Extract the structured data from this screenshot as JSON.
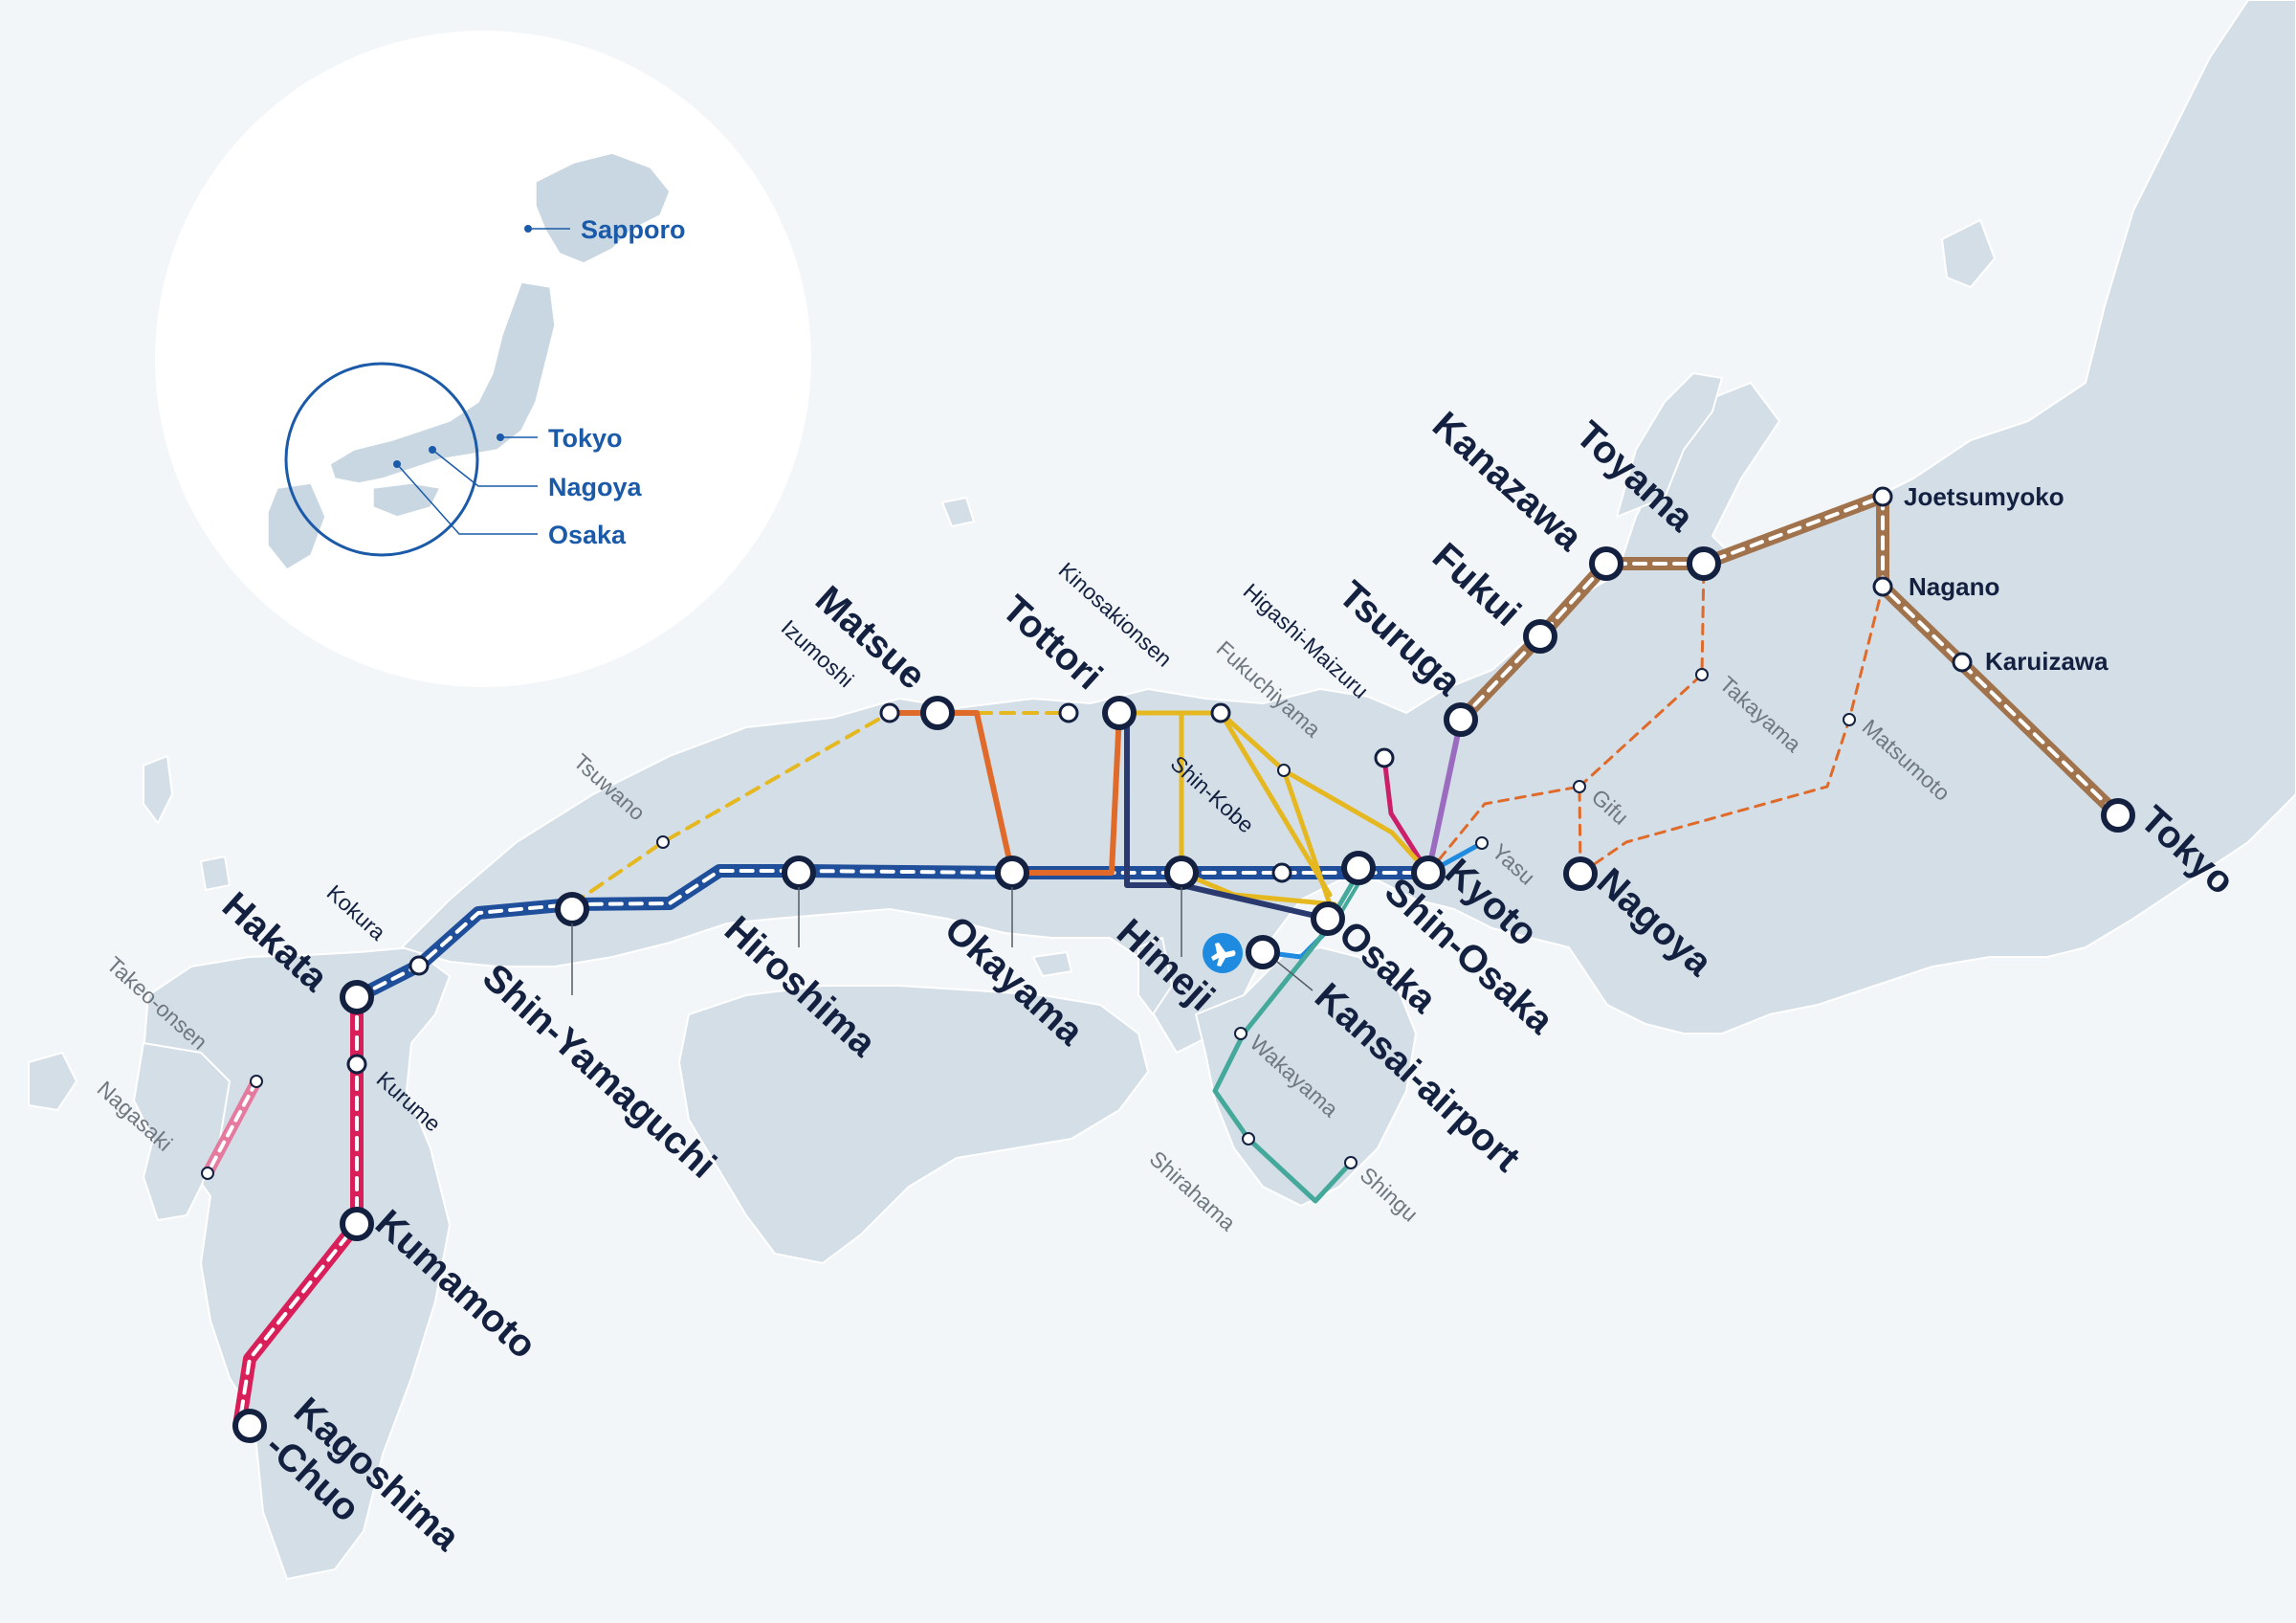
{
  "inset": {
    "cities": [
      {
        "name": "Sapporo"
      },
      {
        "name": "Tokyo"
      },
      {
        "name": "Nagoya"
      },
      {
        "name": "Osaka"
      }
    ]
  },
  "colors": {
    "sanyo_shinkansen": "#1f4e9a",
    "kyushu_shinkansen": "#d81f5a",
    "nishi_kyushu_shinkansen": "#e57a9e",
    "hokuriku_shinkansen": "#a0734c",
    "tokaido_route": "#e06a2a",
    "sanin_route": "#e6b820",
    "kinosaki_route": "#e6b820",
    "matsue_okayama": "#e06a2a",
    "tottori_himeji": "#2a3a6e",
    "kyoto_tsuruga": "#9b6bbf",
    "maizuru": "#cc1f6a",
    "kansai_airport": "#1e8be0",
    "kinokuni": "#44a89a",
    "biwako": "#1e8be0",
    "station_stroke": "#13203f"
  },
  "airport_icon": "airplane-icon",
  "stations": {
    "hakata": "Hakata",
    "kokura": "Kokura",
    "shin_yamaguchi": "Shin-Yamaguchi",
    "hiroshima": "Hiroshima",
    "okayama": "Okayama",
    "himeji": "Himeji",
    "shin_kobe": "Shin-Kobe",
    "shin_osaka": "Shin-Osaka",
    "osaka": "Osaka",
    "kyoto": "Kyoto",
    "kansai_airport": "Kansai-airport",
    "kurume": "Kurume",
    "kumamoto": "Kumamoto",
    "kagoshima_1": "Kagoshima",
    "kagoshima_2": "-Chuo",
    "takeo_onsen": "Takeo-onsen",
    "nagasaki": "Nagasaki",
    "tsuwano": "Tsuwano",
    "izumoshi": "Izumoshi",
    "matsue": "Matsue",
    "tottori": "Tottori",
    "kinosakionsen": "Kinosakionsen",
    "fukuchiyama": "Fukuchiyama",
    "higashi_maizuru": "Higashi-Maizuru",
    "tsuruga": "Tsuruga",
    "fukui": "Fukui",
    "kanazawa": "Kanazawa",
    "toyama": "Toyama",
    "joetsumyoko": "Joetsumyoko",
    "nagano": "Nagano",
    "karuizawa": "Karuizawa",
    "tokyo": "Tokyo",
    "takayama": "Takayama",
    "matsumoto": "Matsumoto",
    "gifu": "Gifu",
    "nagoya": "Nagoya",
    "yasu": "Yasu",
    "wakayama": "Wakayama",
    "shirahama": "Shirahama",
    "shingu": "Shingu"
  }
}
